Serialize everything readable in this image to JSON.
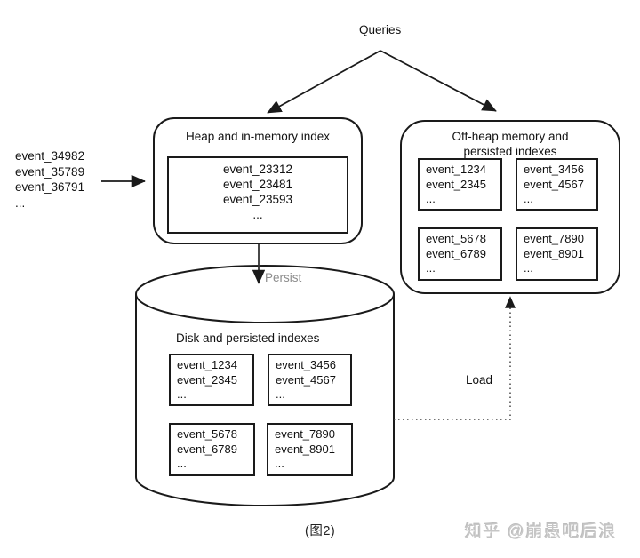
{
  "queries": {
    "label": "Queries"
  },
  "incoming": {
    "lines": [
      "event_34982",
      "event_35789",
      "event_36791",
      "..."
    ]
  },
  "heap": {
    "title": "Heap and in-memory index",
    "index_lines": [
      "event_23312",
      "event_23481",
      "event_23593",
      "..."
    ]
  },
  "offheap": {
    "title_lines": [
      "Off-heap memory and",
      "persisted indexes"
    ],
    "boxes": [
      {
        "lines": [
          "event_1234",
          "event_2345",
          "..."
        ]
      },
      {
        "lines": [
          "event_3456",
          "event_4567",
          "..."
        ]
      },
      {
        "lines": [
          "event_5678",
          "event_6789",
          "..."
        ]
      },
      {
        "lines": [
          "event_7890",
          "event_8901",
          "..."
        ]
      }
    ]
  },
  "disk": {
    "title": "Disk and persisted indexes",
    "boxes": [
      {
        "lines": [
          "event_1234",
          "event_2345",
          "..."
        ]
      },
      {
        "lines": [
          "event_3456",
          "event_4567",
          "..."
        ]
      },
      {
        "lines": [
          "event_5678",
          "event_6789",
          "..."
        ]
      },
      {
        "lines": [
          "event_7890",
          "event_8901",
          "..."
        ]
      }
    ]
  },
  "flows": {
    "persist": "Persist",
    "load": "Load"
  },
  "caption": "(图2)",
  "watermark": "知乎 @崩愚吧后浪",
  "colors": {
    "stroke": "#1a1a1a",
    "persist_label": "#8c8c8c",
    "watermark": "#c6c6c6",
    "background": "#ffffff"
  }
}
